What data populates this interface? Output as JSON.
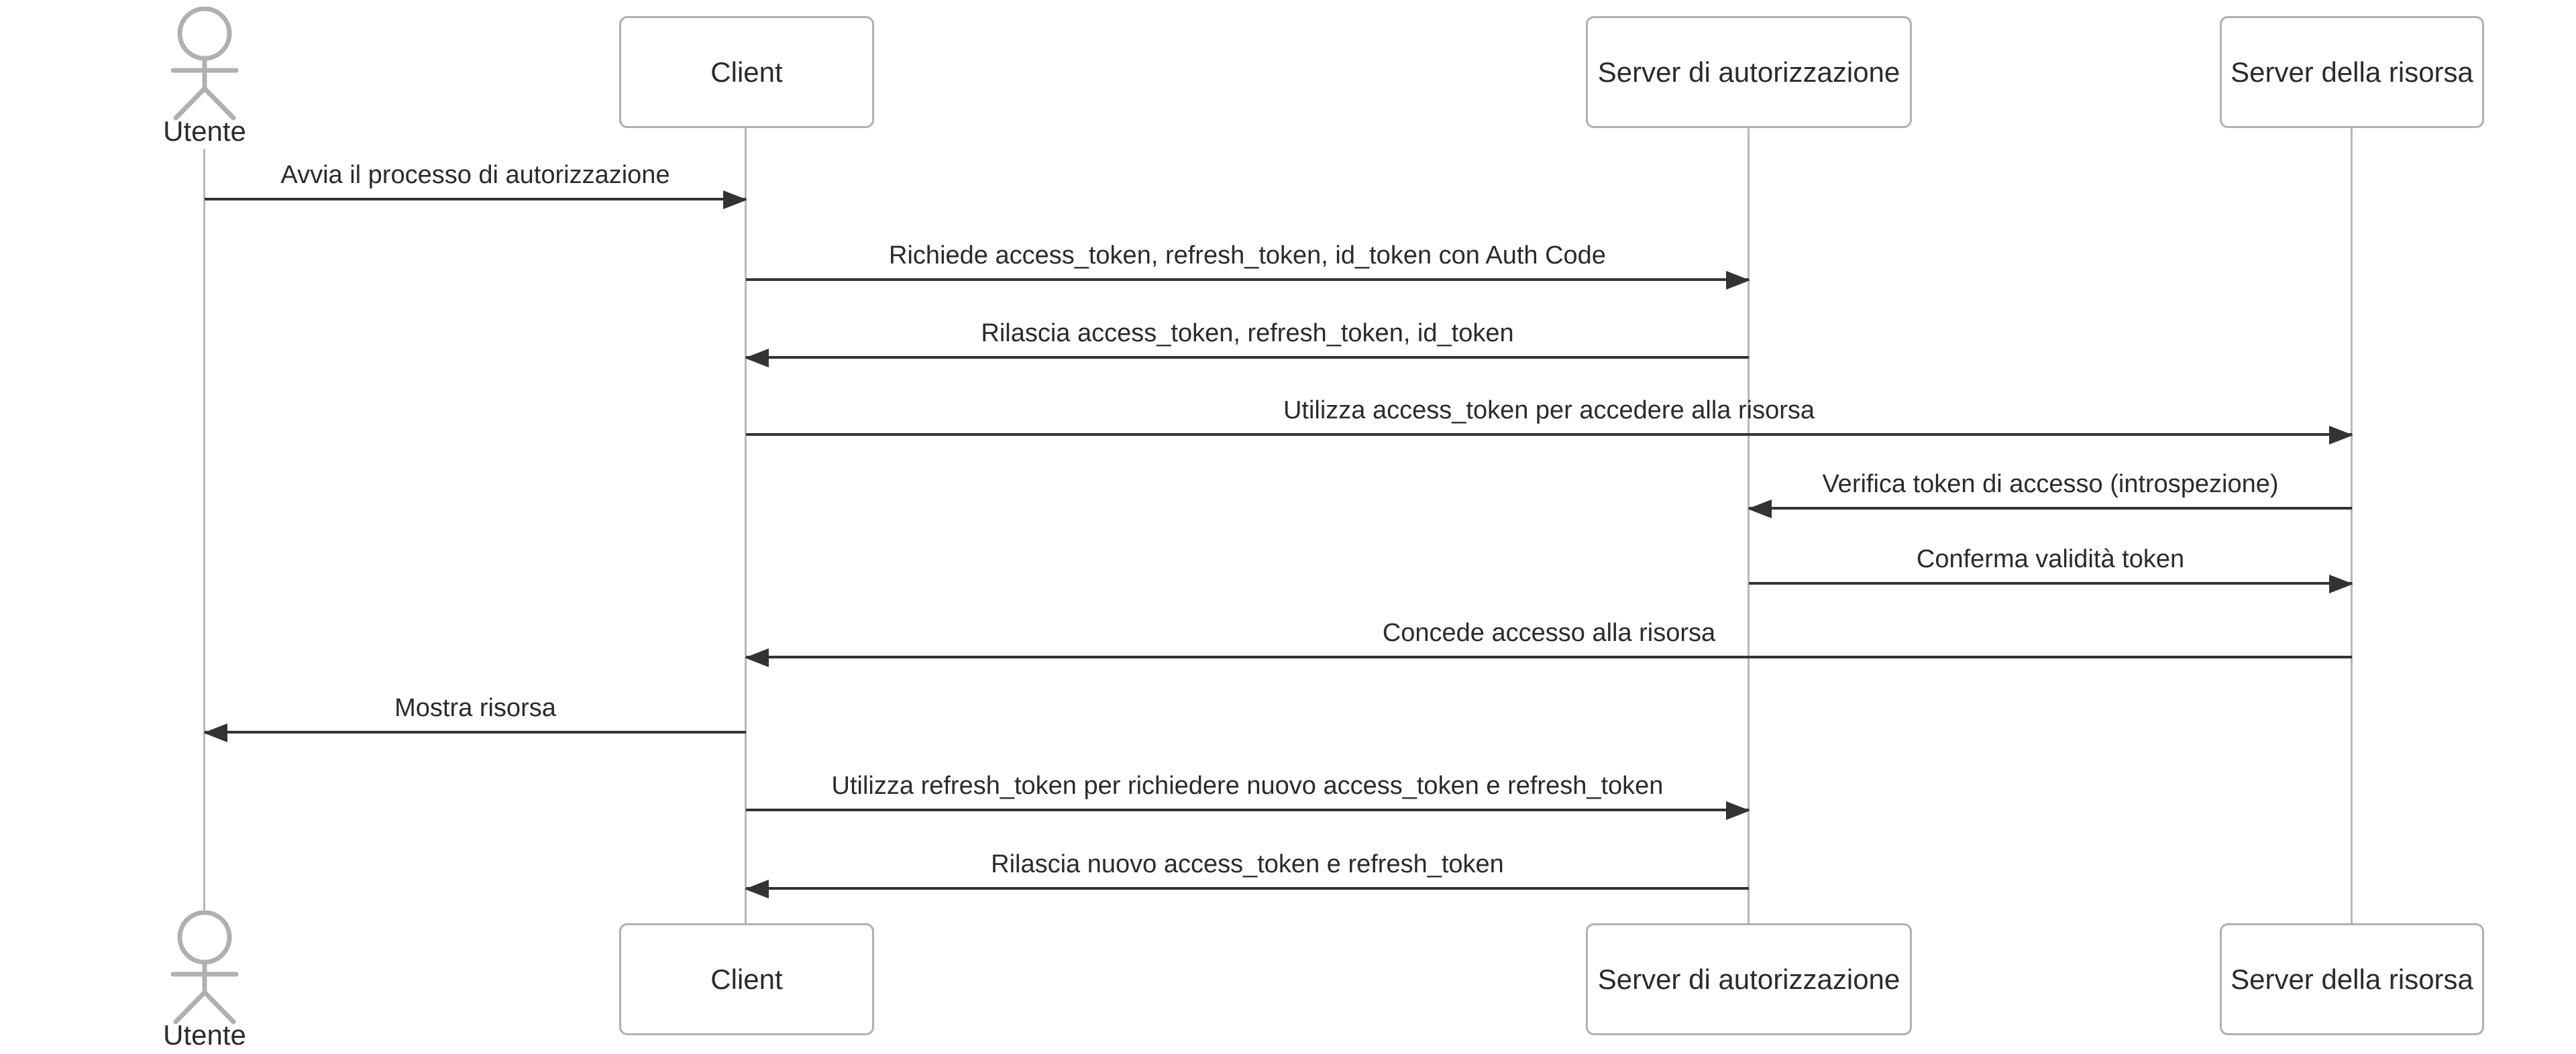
{
  "diagram": {
    "type": "sequence",
    "actors": [
      {
        "id": "utente",
        "label": "Utente",
        "kind": "person"
      },
      {
        "id": "client",
        "label": "Client",
        "kind": "participant"
      },
      {
        "id": "auth",
        "label": "Server di autorizzazione",
        "kind": "participant"
      },
      {
        "id": "resource",
        "label": "Server della risorsa",
        "kind": "participant"
      }
    ],
    "messages": [
      {
        "from": "utente",
        "to": "client",
        "direction": "right",
        "label": "Avvia il processo di autorizzazione"
      },
      {
        "from": "client",
        "to": "auth",
        "direction": "right",
        "label": "Richiede access_token, refresh_token, id_token con Auth Code"
      },
      {
        "from": "auth",
        "to": "client",
        "direction": "left",
        "label": "Rilascia access_token, refresh_token, id_token"
      },
      {
        "from": "client",
        "to": "resource",
        "direction": "right",
        "label": "Utilizza access_token per accedere alla risorsa"
      },
      {
        "from": "resource",
        "to": "auth",
        "direction": "left",
        "label": "Verifica token di accesso (introspezione)"
      },
      {
        "from": "auth",
        "to": "resource",
        "direction": "right",
        "label": "Conferma validità token"
      },
      {
        "from": "resource",
        "to": "client",
        "direction": "left",
        "label": "Concede accesso alla risorsa"
      },
      {
        "from": "client",
        "to": "utente",
        "direction": "left",
        "label": "Mostra risorsa"
      },
      {
        "from": "client",
        "to": "auth",
        "direction": "right",
        "label": "Utilizza refresh_token per richiedere nuovo access_token e refresh_token"
      },
      {
        "from": "auth",
        "to": "client",
        "direction": "left",
        "label": "Rilascia nuovo access_token e refresh_token"
      }
    ],
    "style": {
      "line_gray": "#b0b0b0",
      "arrow_color": "#333333",
      "text_color": "#2b2b2b",
      "background": "#ffffff"
    }
  }
}
